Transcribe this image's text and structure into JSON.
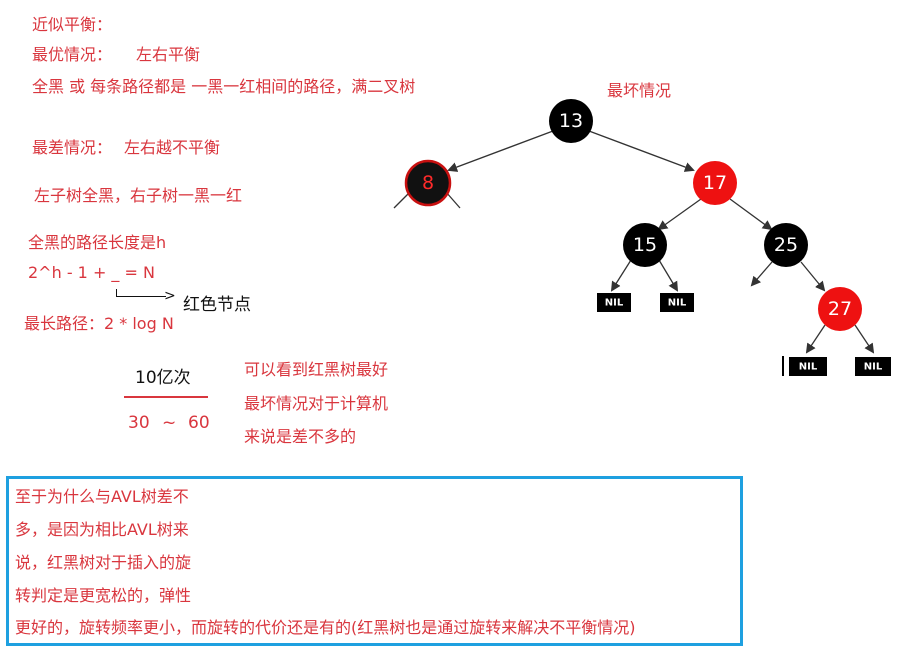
{
  "notes": {
    "approx_balance": "近似平衡：",
    "best_case": "最优情况：",
    "best_case_value": "左右平衡",
    "all_black": "全黑 或 每条路径都是 一黑一红相间的路径，满二叉树",
    "worst_case": "最差情况：",
    "worst_case_value": "左右越不平衡",
    "left_right": "左子树全黑，右子树一黑一红",
    "path_length": "全黑的路径长度是h",
    "formula": "2^h - 1 + _ = N",
    "red_nodes": "红色节点",
    "longest_path": "最长路径：2 * log N",
    "billion": "10亿次",
    "range_low": "30",
    "range_sep": "~",
    "range_high": "60",
    "rb_best_1": "可以看到红黑树最好",
    "rb_best_2": "最坏情况对于计算机",
    "rb_best_3": "来说是差不多的",
    "worst_label": "最坏情况"
  },
  "tree": {
    "nodes": [
      {
        "id": "n13",
        "label": "13",
        "color": "black"
      },
      {
        "id": "n8",
        "label": "8",
        "color": "black"
      },
      {
        "id": "n17",
        "label": "17",
        "color": "red"
      },
      {
        "id": "n15",
        "label": "15",
        "color": "black"
      },
      {
        "id": "n25",
        "label": "25",
        "color": "black"
      },
      {
        "id": "n27",
        "label": "27",
        "color": "red"
      }
    ],
    "nil_label": "NIL",
    "colors": {
      "black": "#000000",
      "red": "#ee1111",
      "red_stroke": "#c81010",
      "edge": "#333333"
    }
  },
  "box": {
    "lines": [
      "至于为什么与AVL树差不",
      "多，是因为相比AVL树来",
      "说，红黑树对于插入的旋",
      "转判定是更宽松的，弹性",
      "更好的，旋转频率更小，而旋转的代价还是有的(红黑树也是通过旋转来解决不平衡情况)"
    ],
    "border_color": "#1ea0e0"
  }
}
